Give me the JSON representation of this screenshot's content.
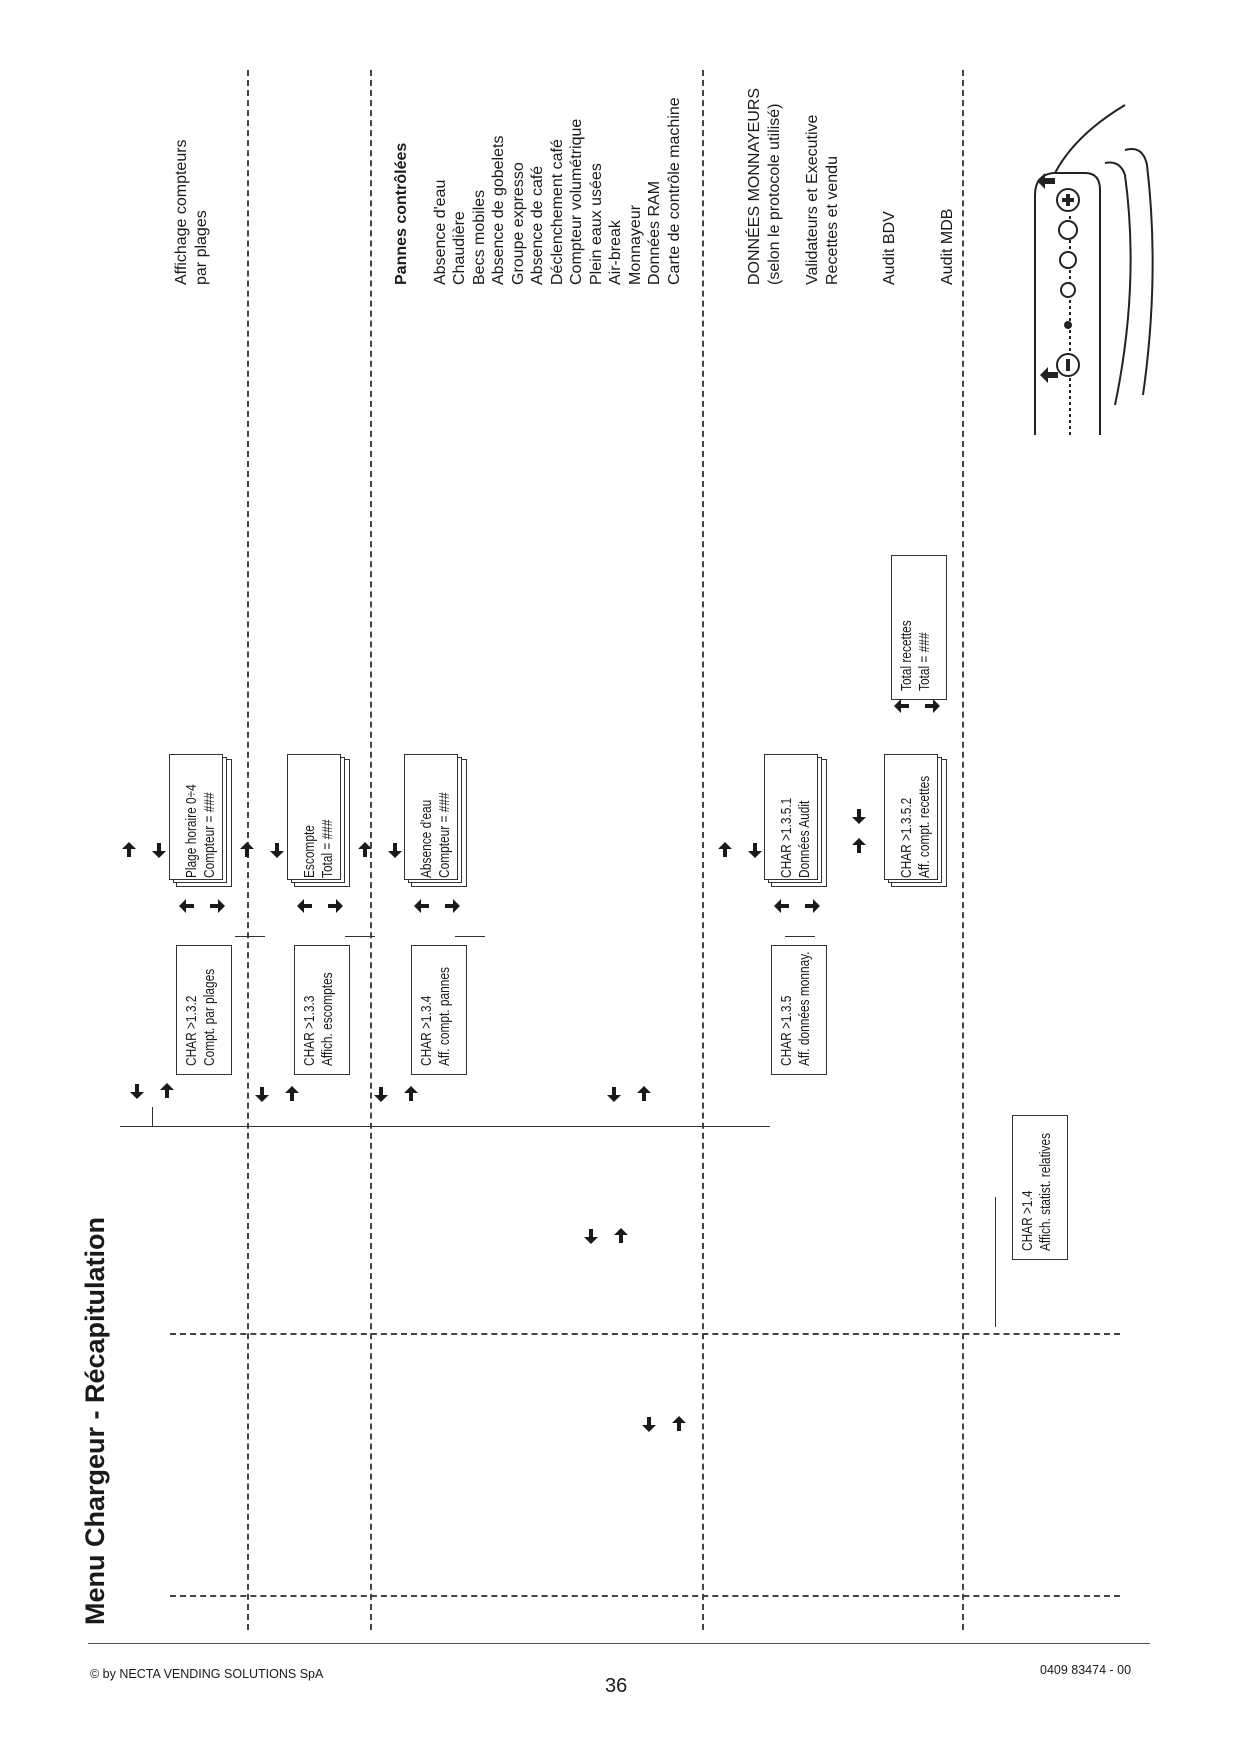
{
  "page": {
    "title": "Menu Chargeur - Récapitulation",
    "page_number": "36",
    "copyright": "© by NECTA VENDING SOLUTIONS SpA",
    "doc_code": "0409 83474 - 00"
  },
  "menu": {
    "char_1_3_2": {
      "line1": "CHAR >1.3.2",
      "line2": "Compt. par plages"
    },
    "plage_horaire": {
      "line1": "Plage horaire 0÷4",
      "line2": "Compteur =     ###"
    },
    "char_1_3_3": {
      "line1": "CHAR >1.3.3",
      "line2": "Affich. escomptes"
    },
    "escompte": {
      "line1": "Escompte",
      "line2": "Total  =    ###"
    },
    "char_1_3_4": {
      "line1": "CHAR >1.3.4",
      "line2": "Aff. compt. pannes"
    },
    "absence_eau": {
      "line1": "Absence d'eau",
      "line2": "Compteur =     ###"
    },
    "char_1_3_5": {
      "line1": "CHAR >1.3.5",
      "line2": "Aff. données monnay."
    },
    "char_1_3_5_1": {
      "line1": "CHAR >1.3.5.1",
      "line2": "Données Audit"
    },
    "char_1_3_5_2": {
      "line1": "CHAR >1.3.5.2",
      "line2": "Aff. compt. recettes"
    },
    "total_recettes": {
      "line1": "Total recettes",
      "line2": "Total  =    ###"
    },
    "char_1_4": {
      "line1": "CHAR >1.4",
      "line2": "Affich. statist. relatives"
    }
  },
  "notes": {
    "section1": [
      "Affichage compteurs",
      "par plages"
    ],
    "section2_header": "Pannes contrôlées",
    "section2": [
      "Absence d'eau",
      "Chaudière",
      "Becs mobiles",
      "Absence de gobelets",
      "Groupe expresso",
      "Absence de café",
      "Déclenchement café",
      "Compteur volumétrique",
      "Plein eaux usées",
      "Air-break",
      "Monnayeur",
      "Données RAM",
      "Carte de contrôle machine"
    ],
    "section3a": [
      "DONNÉES MONNAYEURS",
      "(selon le protocole utilisé)"
    ],
    "section3b": [
      "Validateurs et Executive",
      "Recettes et vendu"
    ],
    "section3c": "Audit BDV",
    "section3d": "Audit MDB"
  },
  "icons": {
    "arrow_right": "right-arrow-icon",
    "arrow_left": "left-arrow-icon",
    "arrow_enter": "enter-arrow-icon",
    "arrow_down": "down-arrow-icon",
    "keypad": "keypad-hand-icon"
  }
}
